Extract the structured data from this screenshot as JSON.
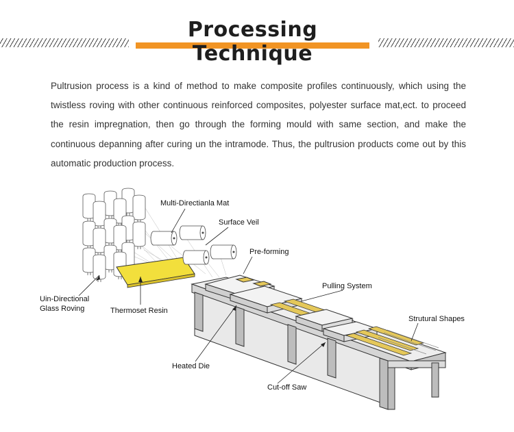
{
  "title": "Processing Technique",
  "description": "Pultrusion process is a kind of method to make composite profiles continuously, which using the twistless roving with other continuous reinforced composites, polyester surface mat,ect. to proceed the resin impregnation, then go through the forming mould with same section, and make the continuous depanning after curing un the intramode. Thus, the pultrusion products come out by this automatic production process.",
  "colors": {
    "accent": "#f19424",
    "resin": "#f2df3c",
    "profile": "#e5c85a"
  },
  "labels": {
    "mat": "Multi-Directianla Mat",
    "veil": "Surface Veil",
    "preforming": "Pre-forming",
    "pulling": "Pulling System",
    "shapes": "Strutural Shapes",
    "roving_line1": "Uin-Directional",
    "roving_line2": "Glass Roving",
    "resin": "Thermoset Resin",
    "die": "Heated Die",
    "saw": "Cut-off Saw"
  }
}
